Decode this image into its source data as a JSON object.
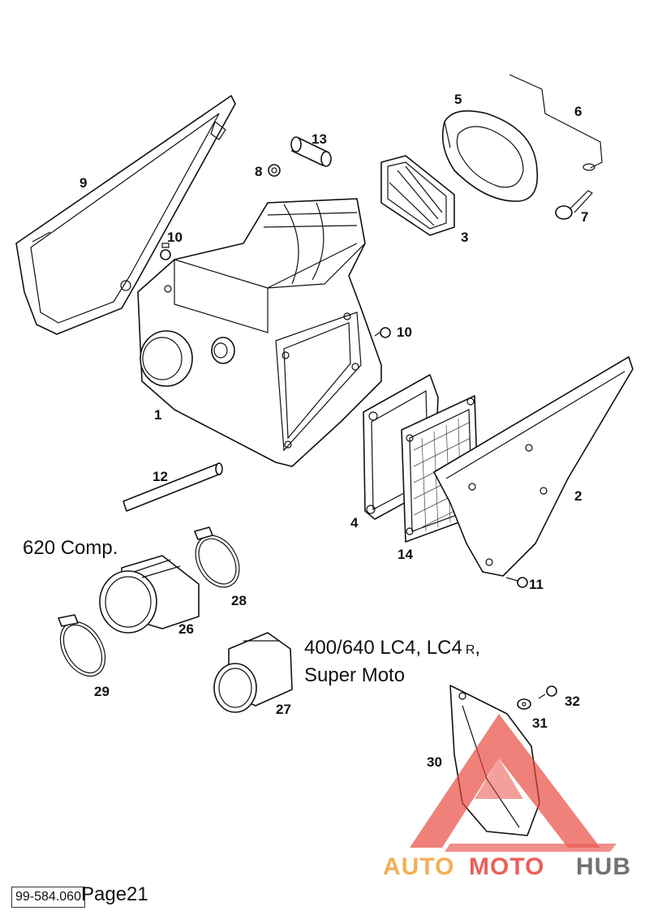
{
  "labels": {
    "p1": "1",
    "p2": "2",
    "p3": "3",
    "p4": "4",
    "p5": "5",
    "p6": "6",
    "p7": "7",
    "p8": "8",
    "p9": "9",
    "p10a": "10",
    "p10b": "10",
    "p11": "11",
    "p12": "12",
    "p13": "13",
    "p14": "14",
    "p26": "26",
    "p27": "27",
    "p28": "28",
    "p29": "29",
    "p30": "30",
    "p31": "31",
    "p32": "32"
  },
  "captions": {
    "comp": "620 Comp.",
    "lc4_line1": "400/640 LC4, LC4",
    "lc4_r": "R",
    "lc4_comma": ",",
    "lc4_line2": "Super Moto"
  },
  "footer": {
    "code": "99-584.060",
    "page": "Page21"
  },
  "watermark": {
    "auto": "AUTO",
    "moto": "MOTO",
    "hub": "HUB"
  },
  "colors": {
    "watermark_red": "#e8453c",
    "watermark_orange": "#f2a23a",
    "watermark_gray": "#5a5a5a"
  }
}
